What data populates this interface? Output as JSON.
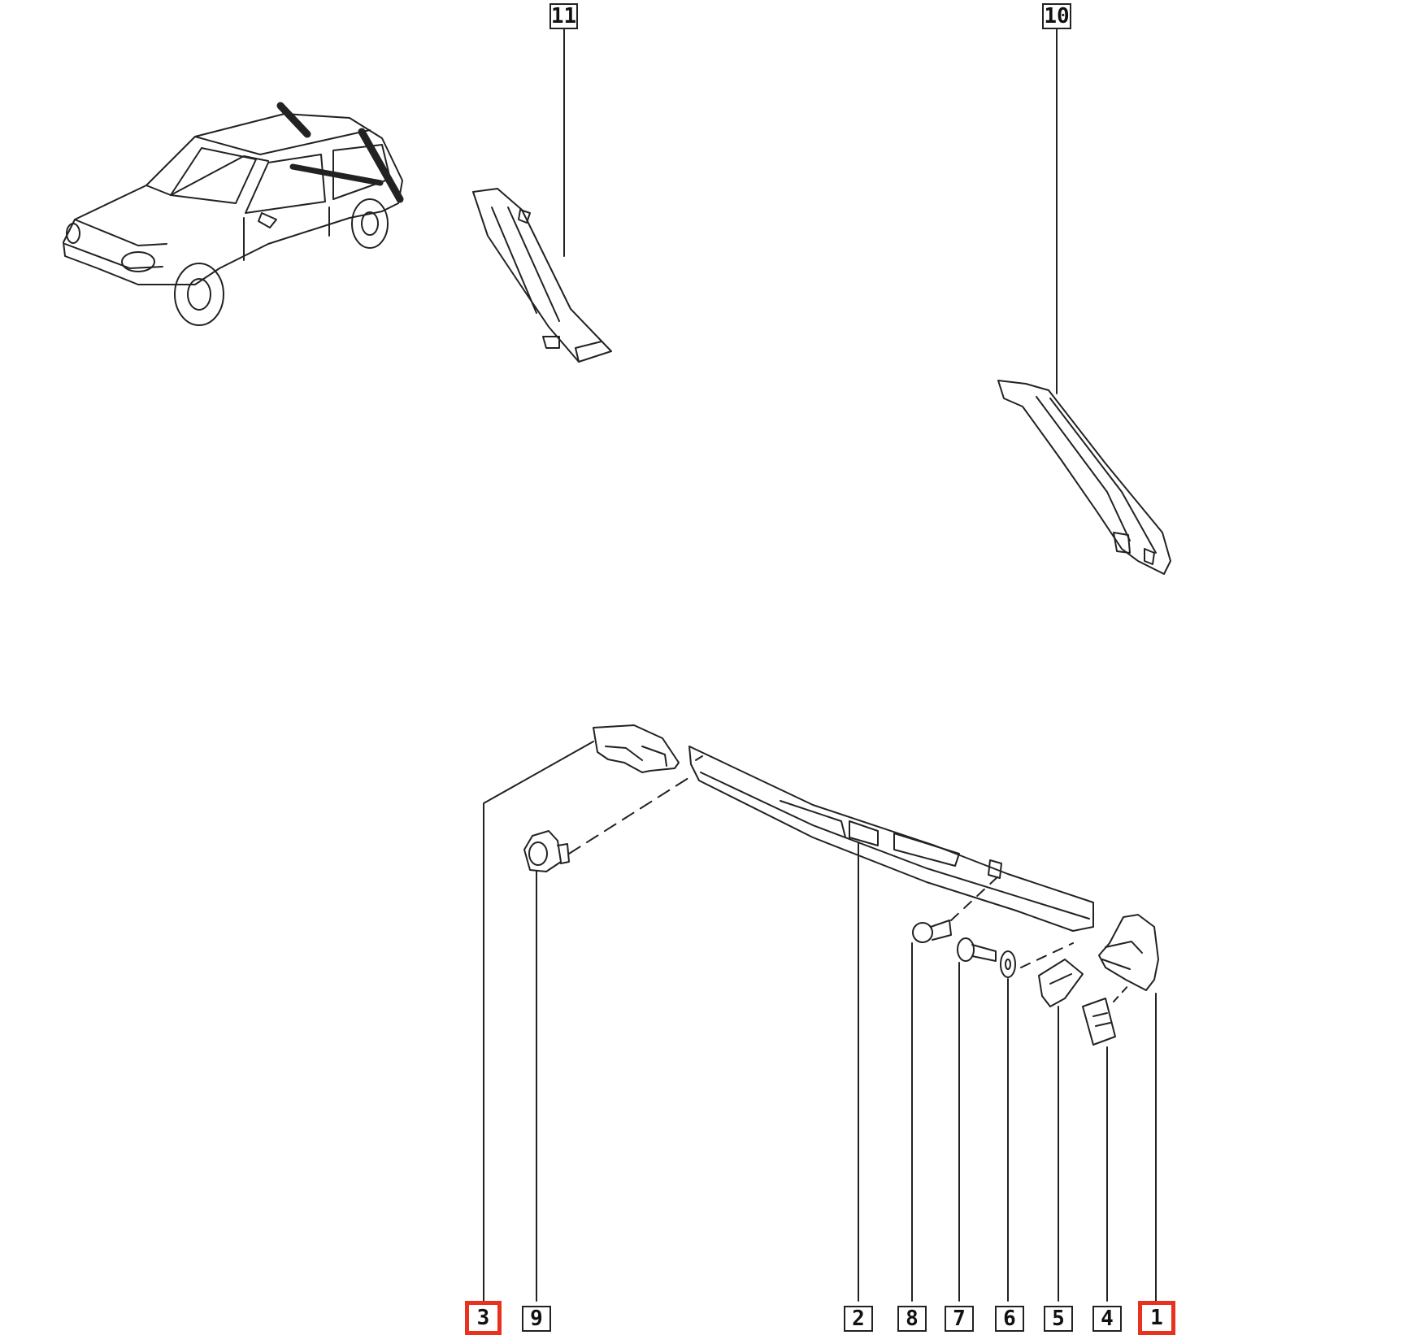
{
  "callouts": [
    {
      "id": "11",
      "label": "11",
      "highlighted": false
    },
    {
      "id": "10",
      "label": "10",
      "highlighted": false
    },
    {
      "id": "3",
      "label": "3",
      "highlighted": true
    },
    {
      "id": "9",
      "label": "9",
      "highlighted": false
    },
    {
      "id": "2",
      "label": "2",
      "highlighted": false
    },
    {
      "id": "8",
      "label": "8",
      "highlighted": false
    },
    {
      "id": "7",
      "label": "7",
      "highlighted": false
    },
    {
      "id": "6",
      "label": "6",
      "highlighted": false
    },
    {
      "id": "5",
      "label": "5",
      "highlighted": false
    },
    {
      "id": "4",
      "label": "4",
      "highlighted": false
    },
    {
      "id": "1",
      "label": "1",
      "highlighted": true
    }
  ],
  "colors": {
    "highlight": "#e8311f",
    "line": "#222222"
  }
}
